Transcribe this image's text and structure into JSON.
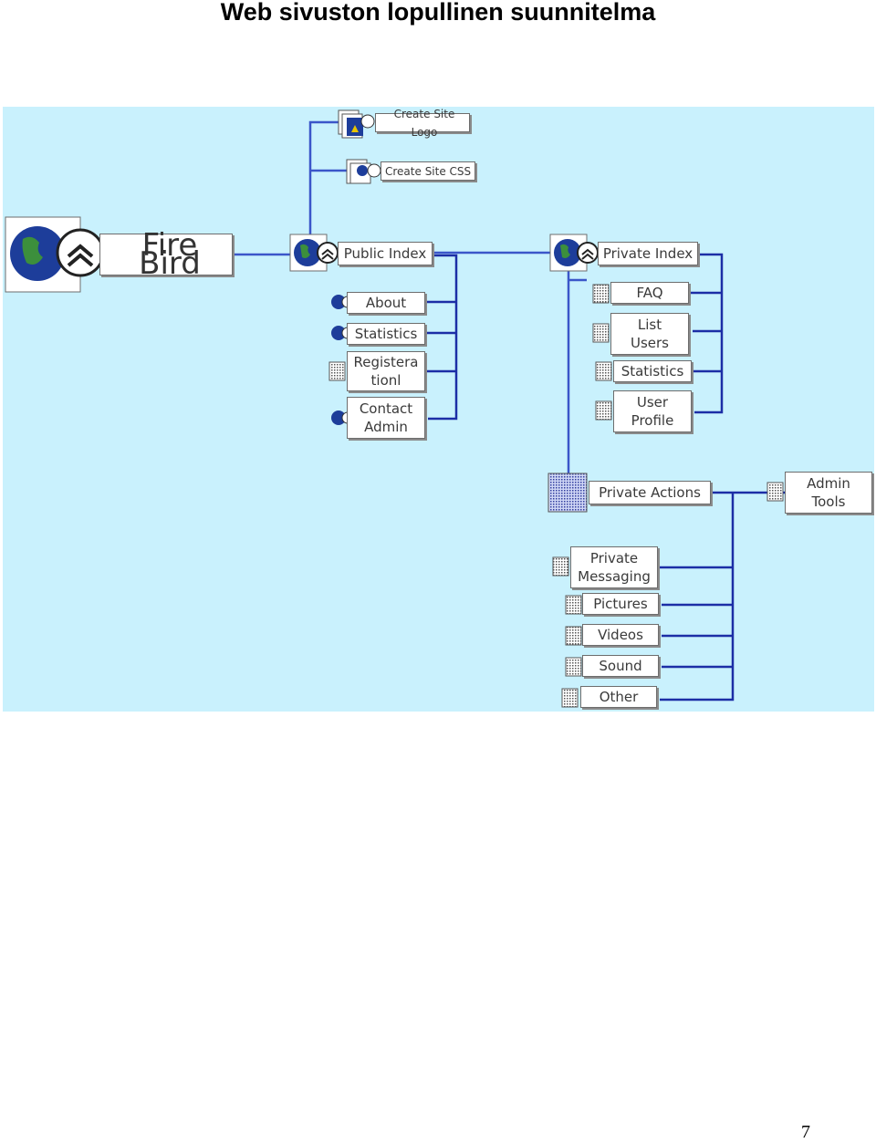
{
  "title": "Web sivuston lopullinen suunnitelma",
  "page_number": "7",
  "diagram": {
    "root": "Fire Bird",
    "top_items": [
      "Create Site Logo",
      "Create Site CSS"
    ],
    "public": {
      "label": "Public Index",
      "items": [
        "About",
        "Statistics",
        "Registera\ntionl",
        "Contact\nAdmin"
      ]
    },
    "private": {
      "label": "Private Index",
      "items": [
        "FAQ",
        "List\nUsers",
        "Statistics",
        "User\nProfile"
      ]
    },
    "actions": {
      "label": "Private Actions",
      "admin": "Admin\nTools",
      "items": [
        "Private\nMessaging",
        "Pictures",
        "Videos",
        "Sound",
        "Other"
      ]
    }
  }
}
